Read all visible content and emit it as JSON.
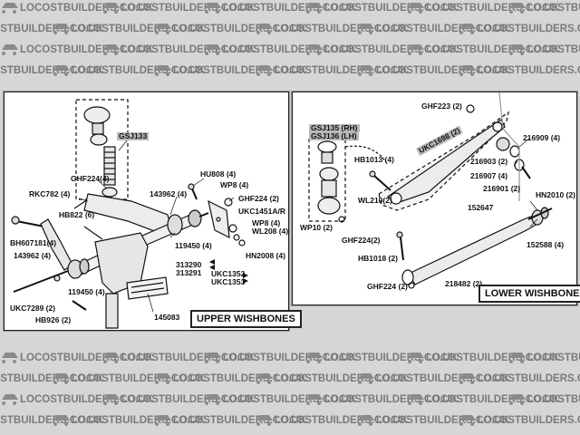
{
  "watermark": {
    "text": "LOCOSTBUILDERS.CO.UK"
  },
  "colors": {
    "background": "#d6d6d6",
    "panel": "#ffffff",
    "ink": "#111111",
    "highlight": "#b9b9b9"
  },
  "upper": {
    "title": "UPPER WISHBONES",
    "labels": {
      "gsj133": "GSJ133",
      "ghf224_4": "GHF224(4)",
      "hu808": "HU808 (4)",
      "wp8_4a": "WP8 (4)",
      "rkc782": "RKC782 (4)",
      "n143962_top": "143962 (4)",
      "ghf224_2": "GHF224 (2)",
      "ukc1451": "UKC1451A/R",
      "hb822": "HB822 (6)",
      "wp8_4b": "WP8 (4)",
      "wl208": "WL208 (4)",
      "bh607181": "BH607181(4)",
      "n119450_top": "119450 (4)",
      "hn2008": "HN2008 (4)",
      "n143962_left": "143962 (4)",
      "n313290": "313290",
      "n313291": "313291",
      "ukc1352": "UKC1352",
      "ukc1353": "UKC1353",
      "n119450_bottom": "119450 (4)",
      "ukc7289": "UKC7289 (2)",
      "hb926": "HB926 (2)",
      "n145083": "145083"
    }
  },
  "lower": {
    "title": "LOWER WISHBONES",
    "labels": {
      "ghf223": "GHF223 (2)",
      "gsj135": "GSJ135 (RH)",
      "gsj136": "GSJ136 (LH)",
      "ukc1698": "UKC1698 (2)",
      "n216909": "216909 (4)",
      "hb1013": "HB1013 (4)",
      "n216903": "216903 (2)",
      "n216907": "216907 (4)",
      "wl210": "WL210(2)",
      "n216901": "216901 (2)",
      "hn2010": "HN2010 (2)",
      "n152647": "152647",
      "wp10": "WP10 (2)",
      "ghf224_2": "GHF224(2)",
      "n152588": "152588 (4)",
      "hb1018": "HB1018 (2)",
      "ghf224_2b": "GHF224 (2)",
      "n218482": "218482 (2)"
    }
  }
}
